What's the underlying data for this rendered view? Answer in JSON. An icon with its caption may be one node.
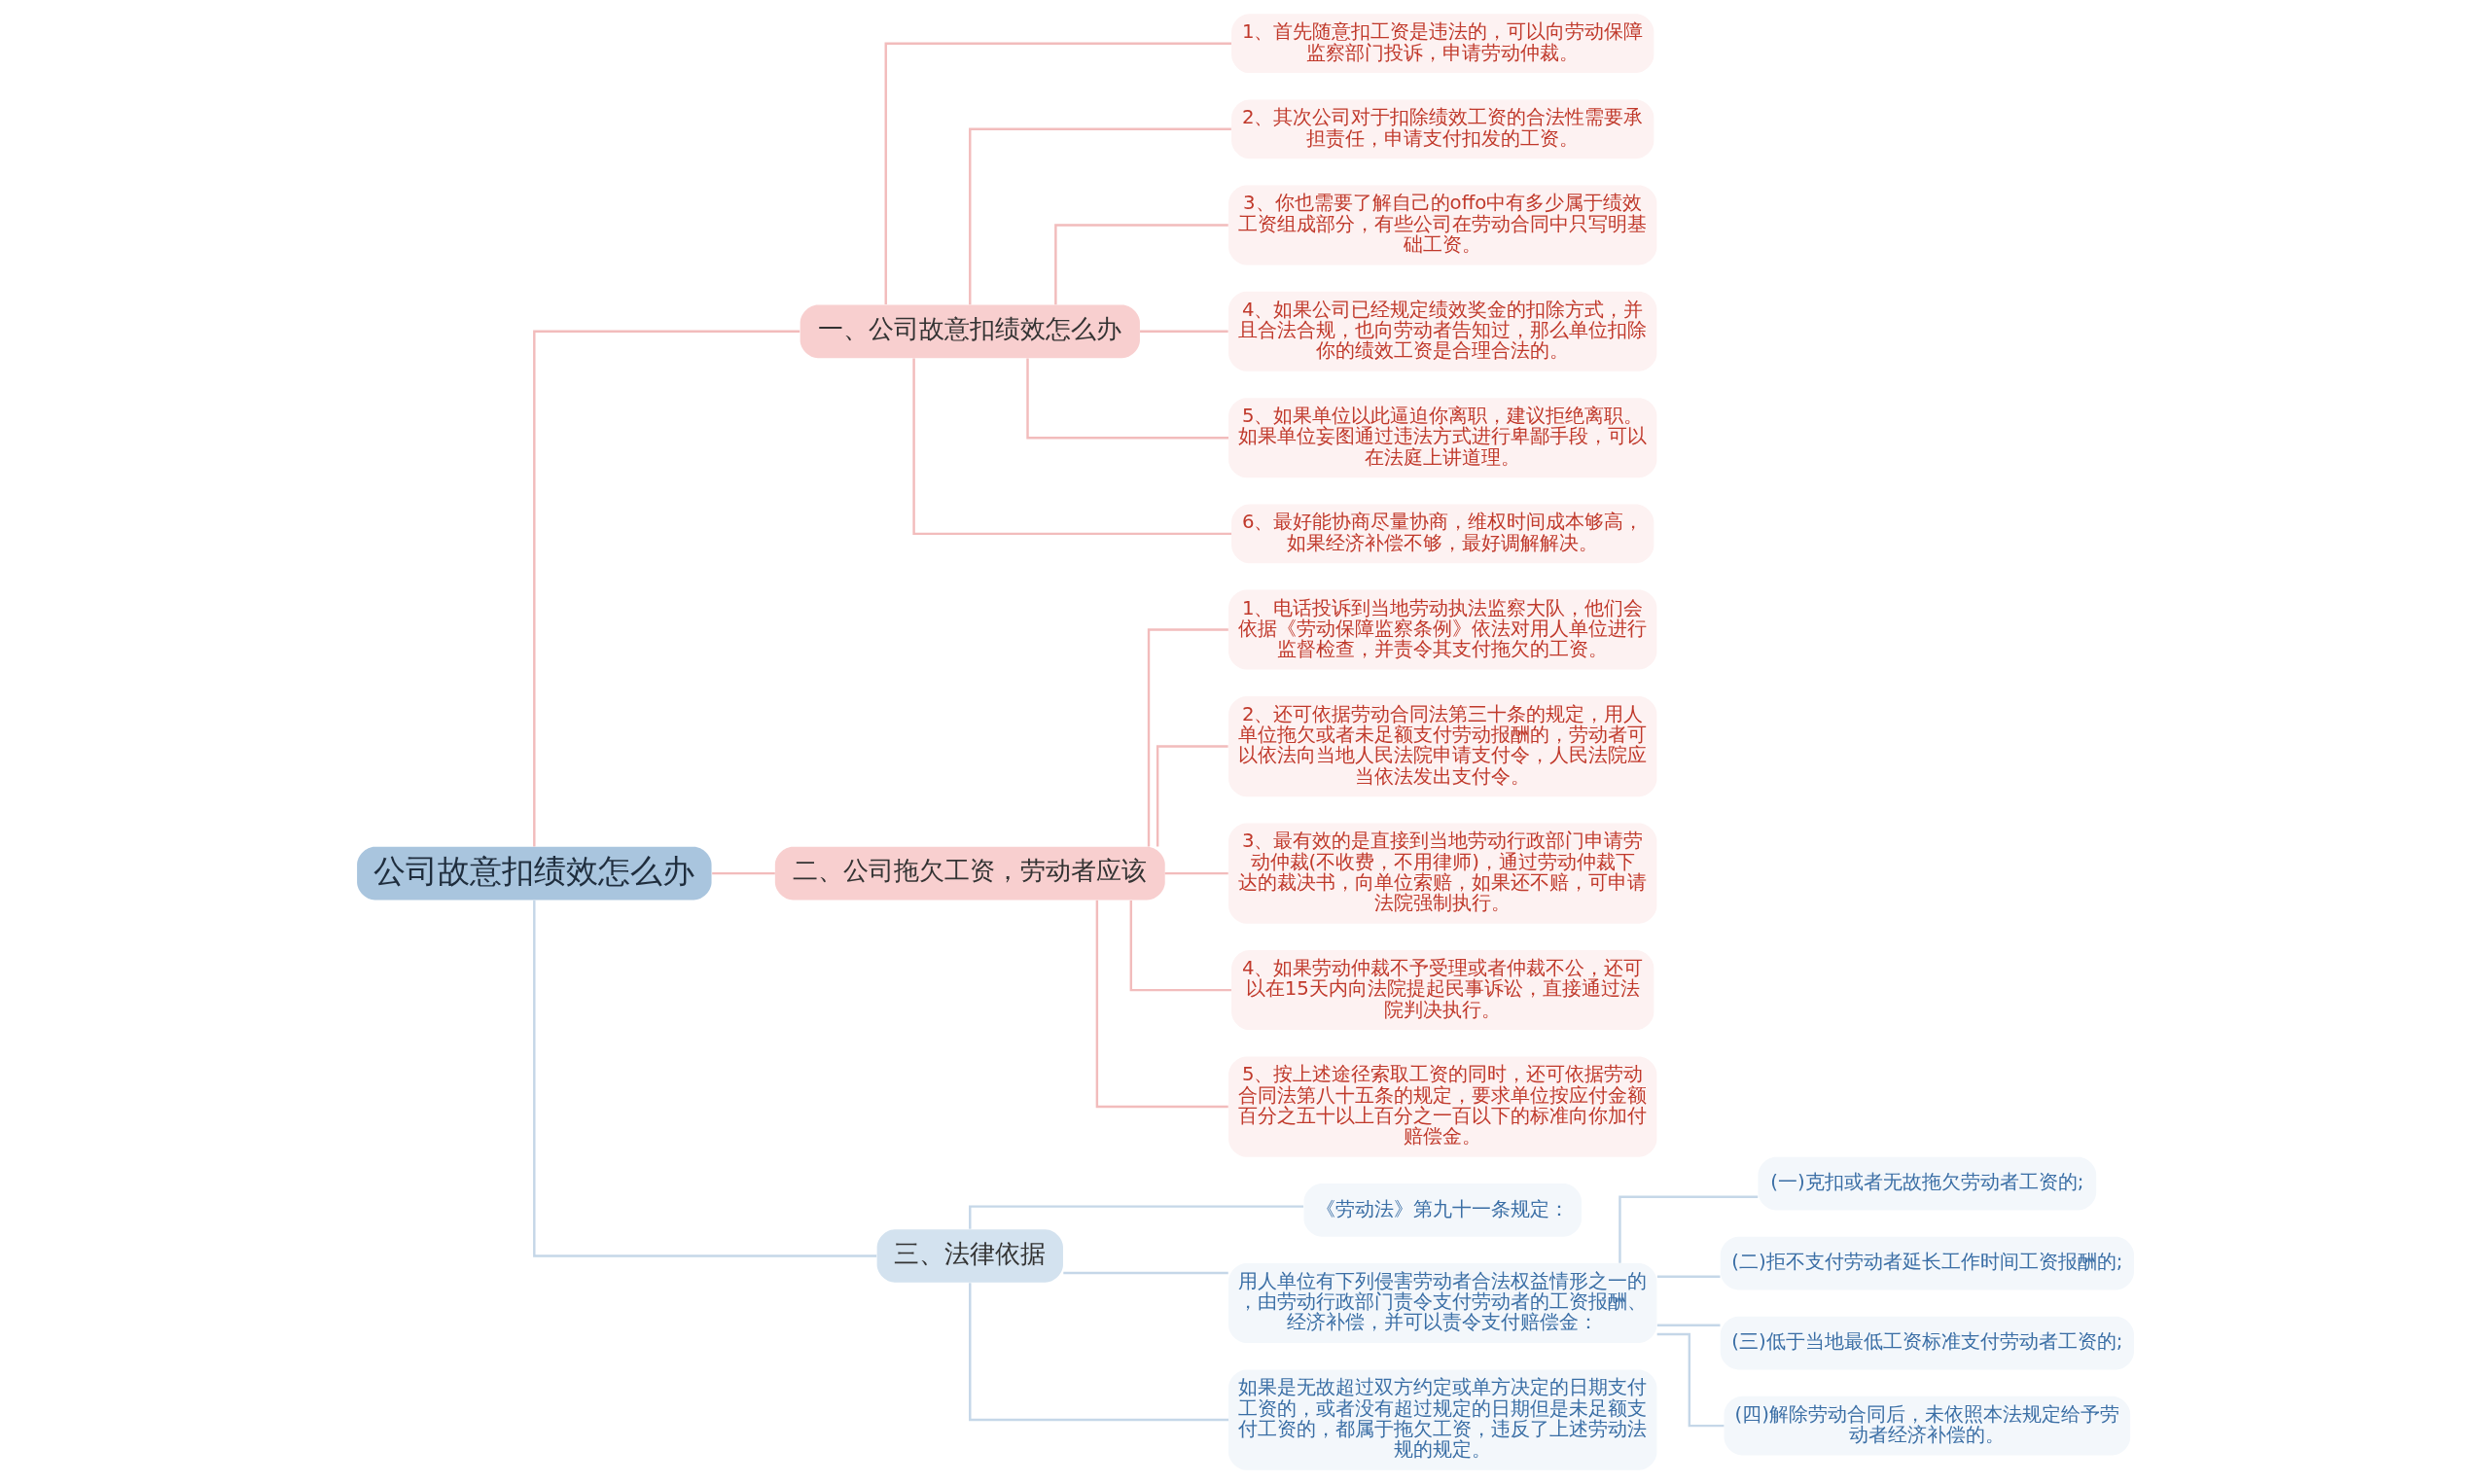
{
  "diagram": {
    "nodes": [
      {
        "text": [
          "公司故意扣绩效怎么办"
        ]
      },
      {
        "text": [
          "一、公司故意扣绩效怎么办"
        ]
      },
      {
        "text": [
          "1、首先随意扣工资是违法的，可以向劳动保障监察部门投诉，申请劳动仲裁。"
        ]
      },
      {
        "text": [
          "2、其次公司对于扣除绩效工资的合法性需要承担责任，申请支付扣发的工资。"
        ]
      },
      {
        "text": [
          "3、你也需要了解自己的offo中有多少属于绩效工资组成部分，有些公司在劳动合同中只写明基础工资。"
        ]
      },
      {
        "text": [
          "4、如果公司已经规定绩效奖金的扣除方式，并且合法合规，也向劳动者告知过，那么单位扣除你的绩效工资是合理合法的。"
        ]
      },
      {
        "text": [
          "5、如果单位以此逼迫你离职，建议拒绝离职。如果单位妄图通过违法方式进行卑鄙手段，可以在法庭上讲道理。"
        ]
      },
      {
        "text": [
          "6、最好能协商尽量协商，维权时间成本够高，如果经济补偿不够，最好调解解决。"
        ]
      },
      {
        "text": [
          "二、公司拖欠工资，劳动者应该"
        ]
      },
      {
        "text": [
          "1、电话投诉到当地劳动执法监察大队，他们会依据《劳动保障监察条例》依法对用人单位进行监督检查，并责令其支付拖欠的工资。"
        ]
      },
      {
        "text": [
          "2、还可依据劳动合同法第三十条的规定，用人单位拖欠或者未足额支付劳动报酬的，劳动者可以依法向当地人民法院申请支付令，人民法院应当依法发出支付令。"
        ]
      },
      {
        "text": [
          "3、最有效的是直接到当地劳动行政部门申请劳动仲裁(不收费，不用律师)，通过劳动仲裁下达的裁决书，向单位索赔，如果还不赔，可申请法院强制执行。"
        ]
      },
      {
        "text": [
          "4、如果劳动仲裁不予受理或者仲裁不公，还可以在15天内向法院提起民事诉讼，直接通过法院判决执行。"
        ]
      },
      {
        "text": [
          "5、按上述途径索取工资的同时，还可依据劳动合同法第八十五条的规定，要求单位按应付金额百分之五十以上百分之一百以下的标准向你加付赔偿金。"
        ]
      },
      {
        "text": [
          "三、法律依据"
        ]
      },
      {
        "text": [
          "《劳动法》第九十一条规定："
        ]
      },
      {
        "text": [
          "用人单位有下列侵害劳动者合法权益情形之一的，由劳动行政部门责令支付劳动者的工资报酬、经济补偿，并可以责令支付赔偿金："
        ]
      },
      {
        "text": [
          "(一)克扣或者无故拖欠劳动者工资的;"
        ]
      },
      {
        "text": [
          "(二)拒不支付劳动者延长工作时间工资报酬的;"
        ]
      },
      {
        "text": [
          "(三)低于当地最低工资标准支付劳动者工资的;"
        ]
      },
      {
        "text": [
          "(四)解除劳动合同后，未依照本法规定给予劳动者经济补偿的。"
        ]
      },
      {
        "text": [
          "如果是无故超过双方约定或单方决定的日期支付工资的，或者没有超过规定的日期但是未足额支付工资的，都属于拖欠工资，违反了上述劳动法规的规定。"
        ]
      }
    ],
    "edges": [
      {
        "from": 0,
        "to": 1,
        "arrow": "none"
      },
      {
        "from": 1,
        "to": 2,
        "arrow": "none"
      },
      {
        "from": 1,
        "to": 3,
        "arrow": "none"
      },
      {
        "from": 1,
        "to": 4,
        "arrow": "none"
      },
      {
        "from": 1,
        "to": 5,
        "arrow": "none"
      },
      {
        "from": 1,
        "to": 6,
        "arrow": "none"
      },
      {
        "from": 1,
        "to": 7,
        "arrow": "none"
      },
      {
        "from": 0,
        "to": 8,
        "arrow": "none"
      },
      {
        "from": 8,
        "to": 9,
        "arrow": "none"
      },
      {
        "from": 8,
        "to": 10,
        "arrow": "none"
      },
      {
        "from": 8,
        "to": 11,
        "arrow": "none"
      },
      {
        "from": 8,
        "to": 12,
        "arrow": "none"
      },
      {
        "from": 8,
        "to": 13,
        "arrow": "none"
      },
      {
        "from": 0,
        "to": 14,
        "arrow": "none",
        "color": "#c5d7e8"
      },
      {
        "from": 14,
        "to": 15,
        "arrow": "none",
        "color": "#c5d7e8"
      },
      {
        "from": 14,
        "to": 16,
        "arrow": "none",
        "color": "#c5d7e8"
      },
      {
        "from": 16,
        "to": 17,
        "arrow": "none",
        "color": "#c5d7e8"
      },
      {
        "from": 16,
        "to": 18,
        "arrow": "none",
        "color": "#c5d7e8"
      },
      {
        "from": 16,
        "to": 19,
        "arrow": "none",
        "color": "#c5d7e8"
      },
      {
        "from": 16,
        "to": 20,
        "arrow": "none",
        "color": "#c5d7e8"
      },
      {
        "from": 14,
        "to": 21,
        "arrow": "none",
        "color": "#c5d7e8"
      }
    ]
  }
}
